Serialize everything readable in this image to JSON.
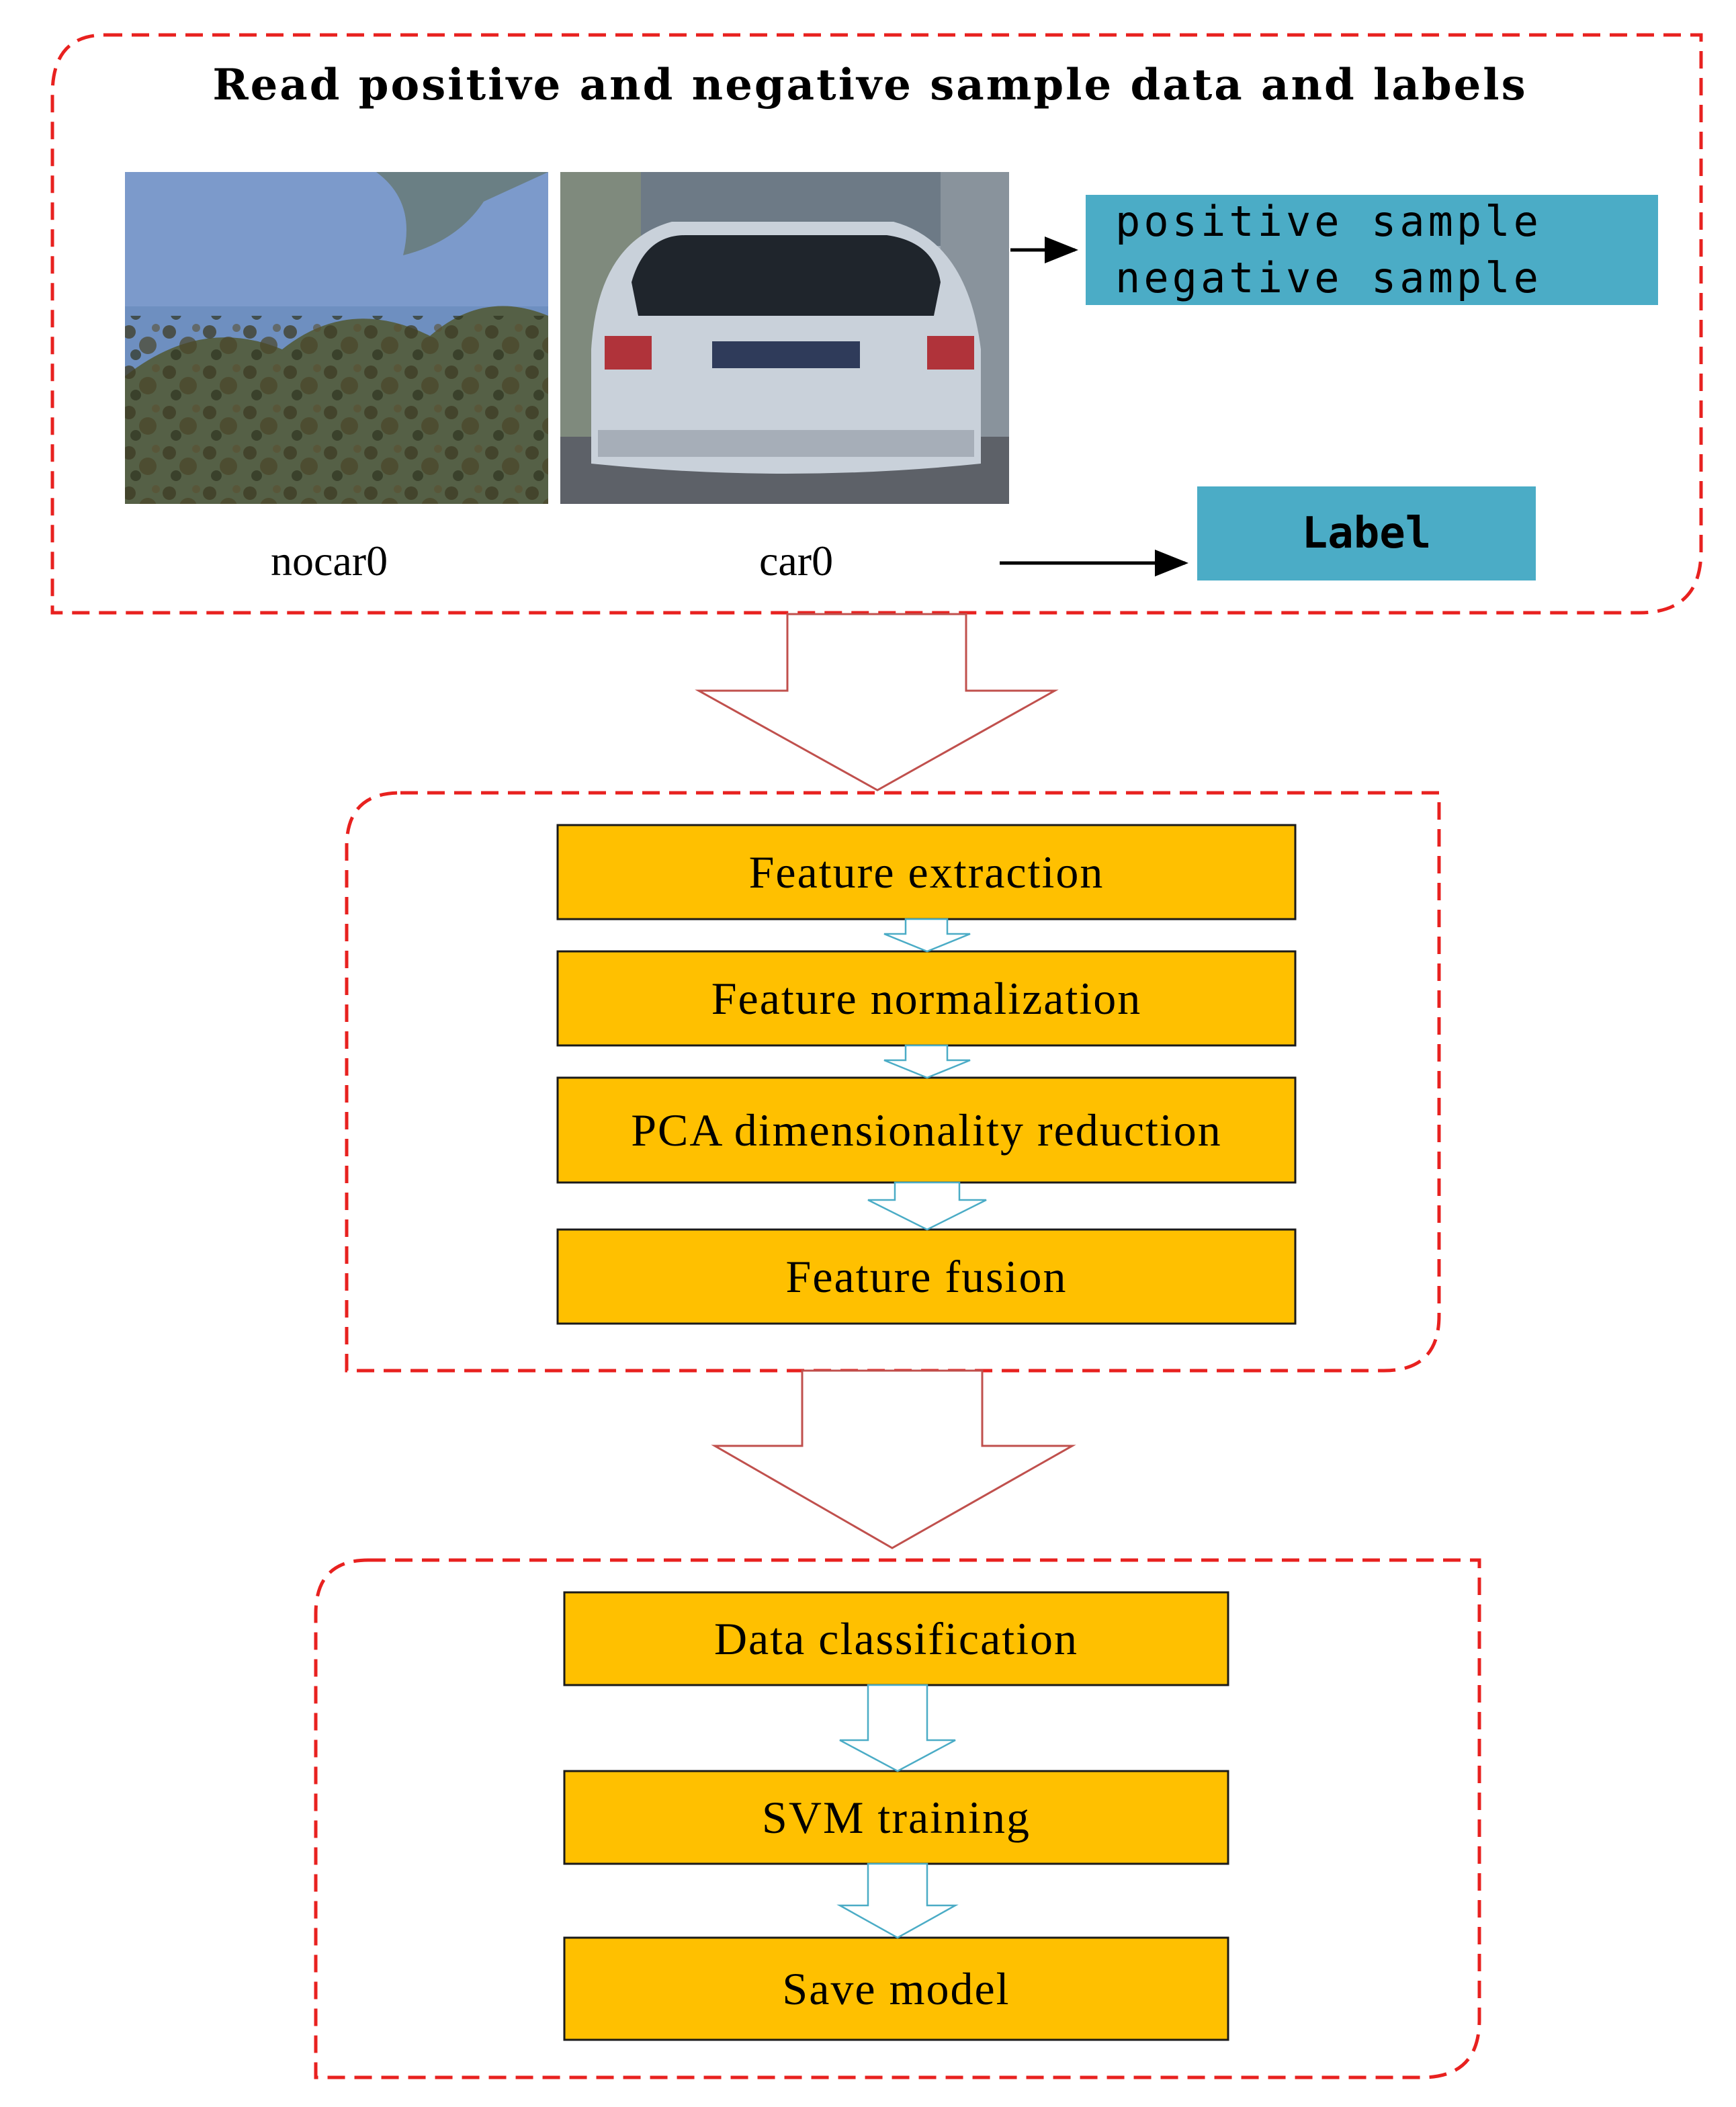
{
  "title": "Read positive and negative sample data and labels",
  "images": {
    "left_caption": "nocar0",
    "right_caption": "car0",
    "left_icon": "tree-sky-photo",
    "right_icon": "car-rear-photo"
  },
  "sample_box": {
    "line1": "positive sample",
    "line2": "negative sample"
  },
  "label_box": "Label",
  "stage2": {
    "steps": [
      "Feature extraction",
      "Feature normalization",
      "PCA dimensionality reduction",
      "Feature fusion"
    ]
  },
  "stage3": {
    "steps": [
      "Data classification",
      "SVM training",
      "Save model"
    ]
  },
  "colors": {
    "dashed_border": "#e8211f",
    "step_fill": "#ffc000",
    "label_fill": "#4bacc6",
    "big_arrow": "#c0504d",
    "small_arrow": "#4bacc6"
  }
}
